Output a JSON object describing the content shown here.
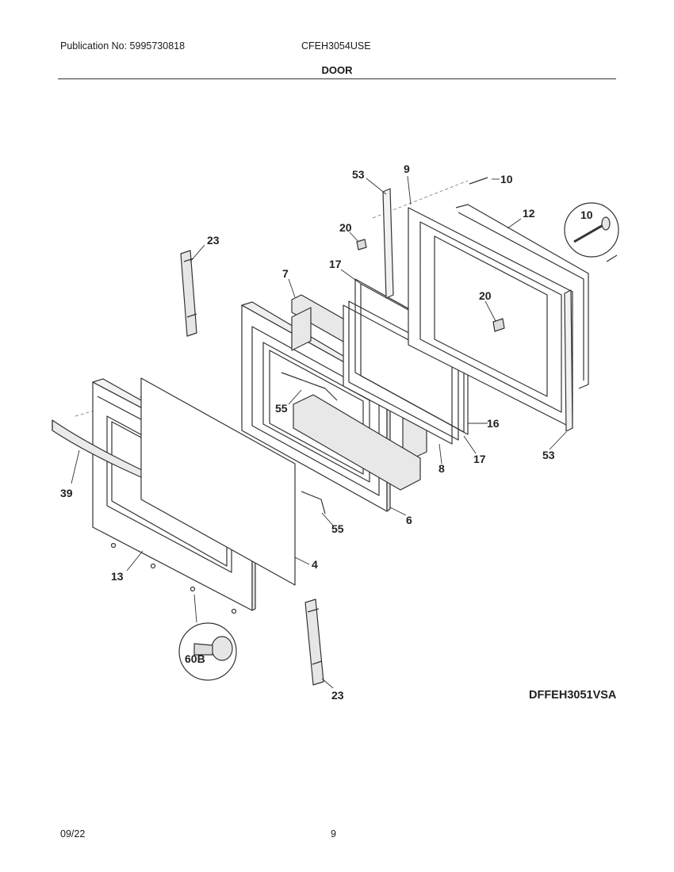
{
  "header": {
    "publication": "Publication No: 5995730818",
    "model": "CFEH3054USE",
    "section": "DOOR"
  },
  "diagram": {
    "code": "DFFEH3051VSA",
    "callouts": [
      "53",
      "9",
      "10",
      "12",
      "20",
      "23",
      "17",
      "7",
      "10",
      "20",
      "55",
      "16",
      "39",
      "17",
      "53",
      "8",
      "6",
      "55",
      "4",
      "13",
      "60B",
      "23"
    ]
  },
  "footer": {
    "date": "09/22",
    "page": "9"
  },
  "colors": {
    "line": "#333333",
    "paper": "#ffffff",
    "shade": "#e8e8e8"
  }
}
